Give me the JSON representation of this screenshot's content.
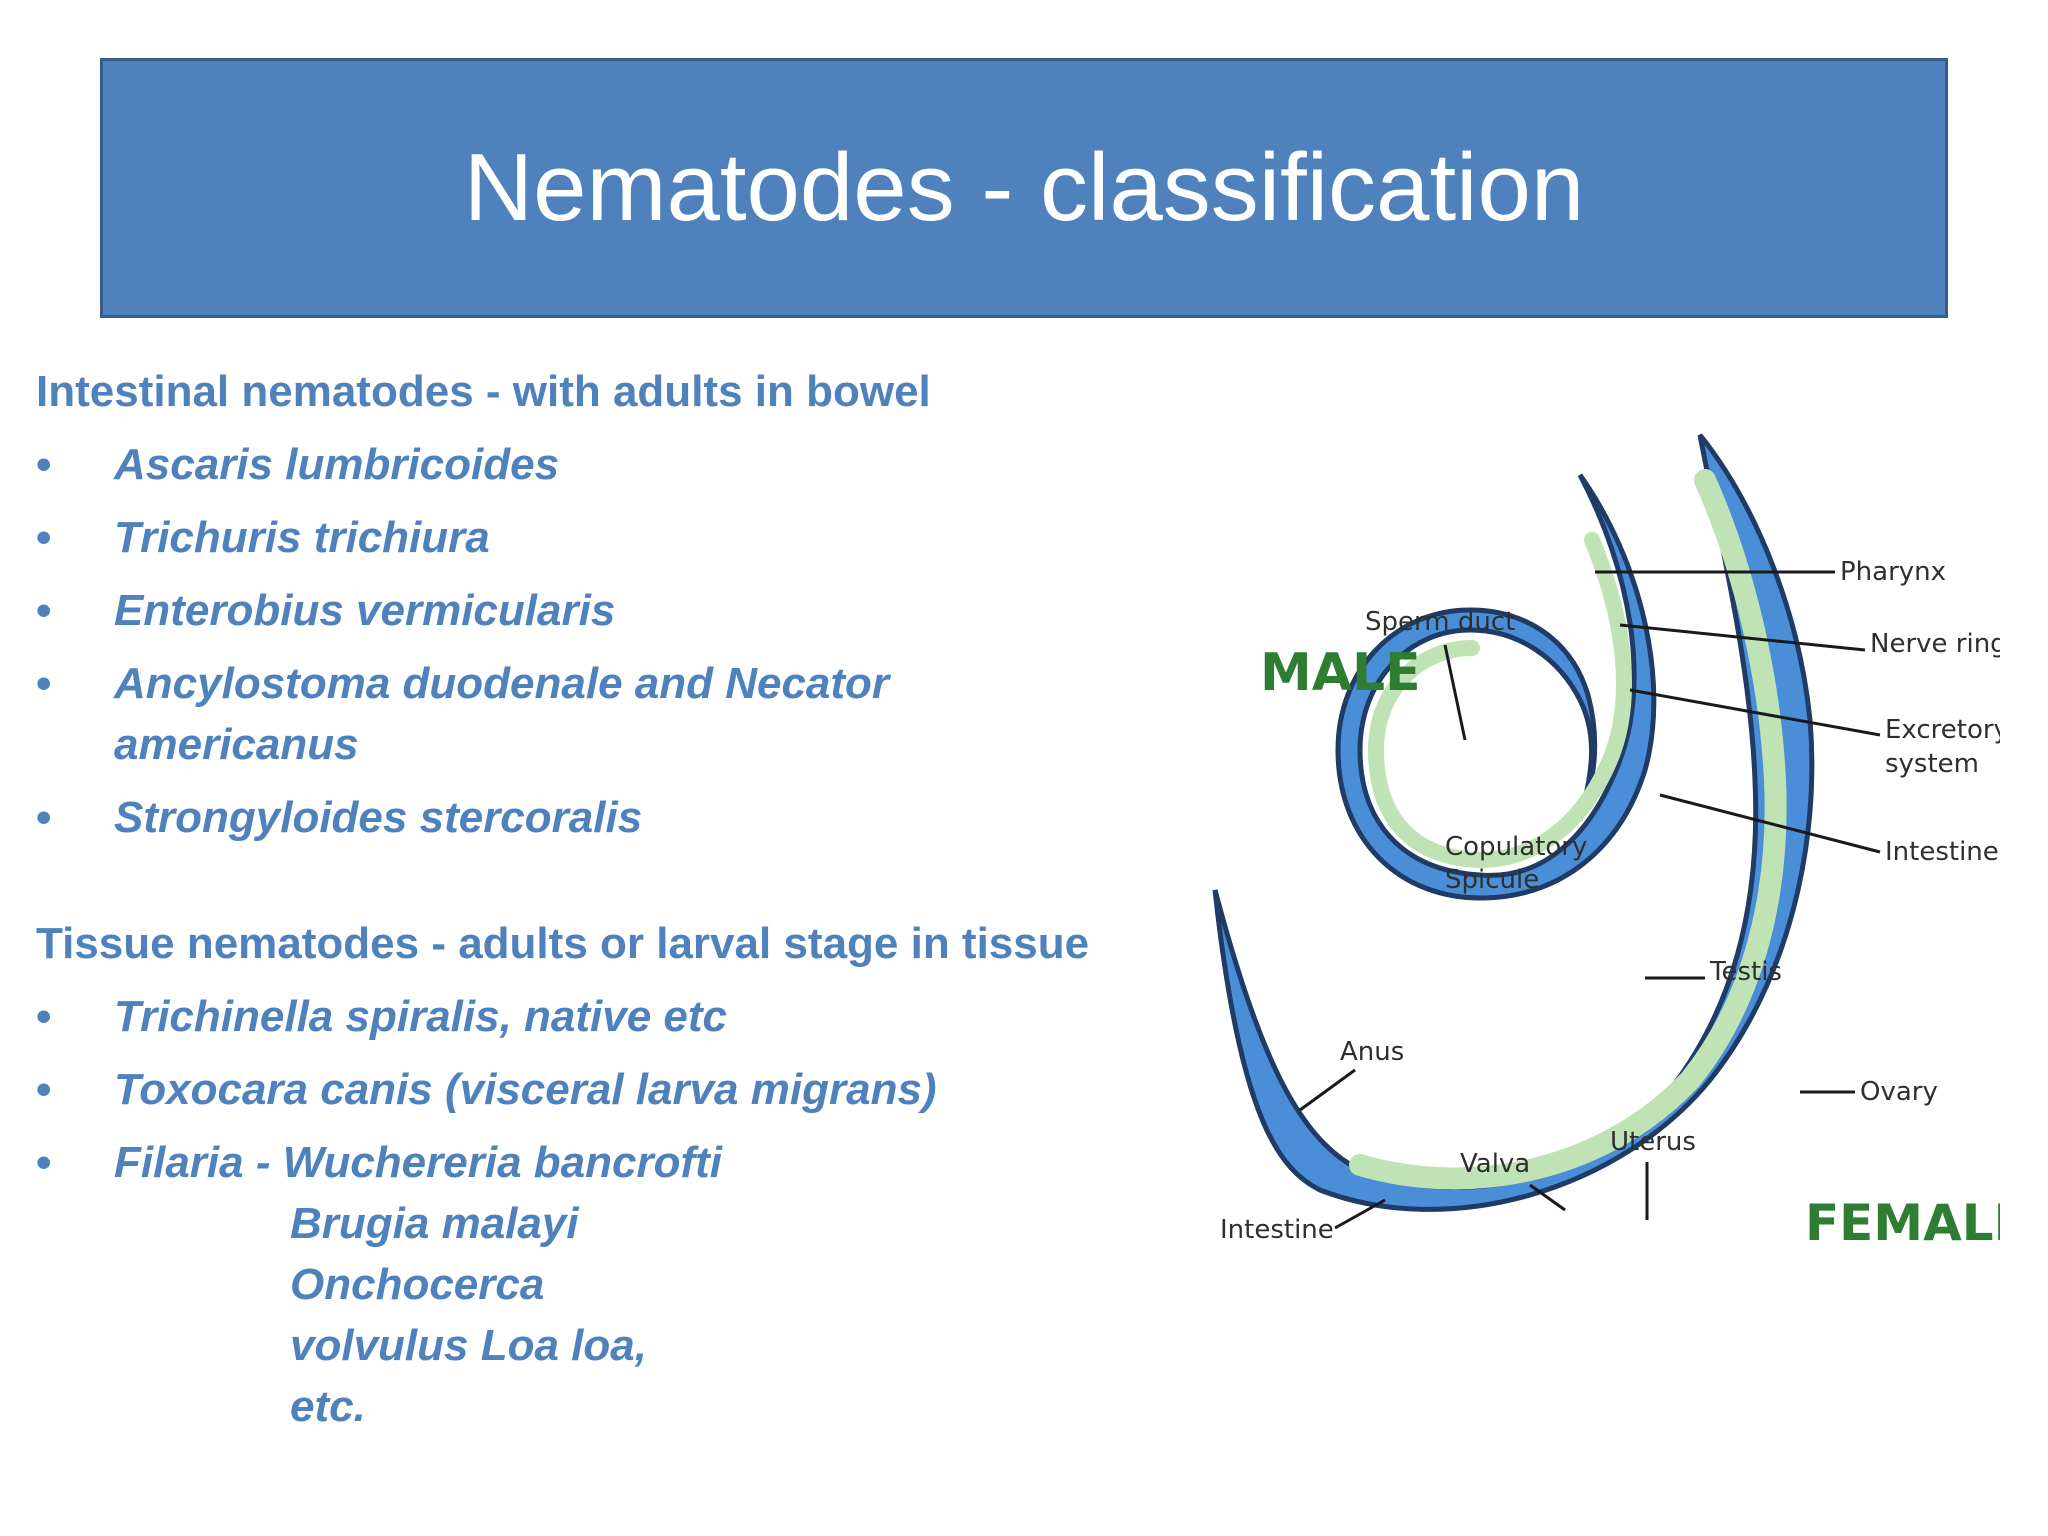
{
  "title": "Nematodes - classification",
  "intestinal": {
    "heading": "Intestinal nematodes - with adults in bowel",
    "items": [
      "Ascaris lumbricoides",
      "Trichuris trichiura",
      "Enterobius vermicularis",
      "Ancylostoma duodenale and Necator",
      "americanus",
      "Strongyloides stercoralis"
    ]
  },
  "tissue": {
    "heading": "Tissue nematodes - adults or larval stage in tissue",
    "items": [
      "Trichinella spiralis, native etc",
      "Toxocara canis (visceral larva migrans)",
      "Filaria - Wuchereria bancrofti",
      "Brugia malayi",
      "Onchocerca",
      "volvulus Loa loa,",
      "etc."
    ]
  },
  "bullet": "•",
  "diagram": {
    "male": "MALE",
    "female": "FEMALE",
    "labels": {
      "sperm_duct": "Sperm duct",
      "copulatory": "Copulatory",
      "spicule": "Spicule",
      "testis": "Testis",
      "anus": "Anus",
      "intestine_left": "Intestine",
      "valva": "Valva",
      "uterus": "Uterus",
      "pharynx": "Pharynx",
      "nerve_ring": "Nerve ring",
      "excretory": "Excretory",
      "system": "system",
      "intestine_right": "Intestine",
      "ovary": "Ovary"
    }
  },
  "colors": {
    "title_bg": "#4f81bd",
    "text": "#4f81bd",
    "worm_blue": "#2f6db5",
    "worm_green": "#bfe3b4"
  }
}
